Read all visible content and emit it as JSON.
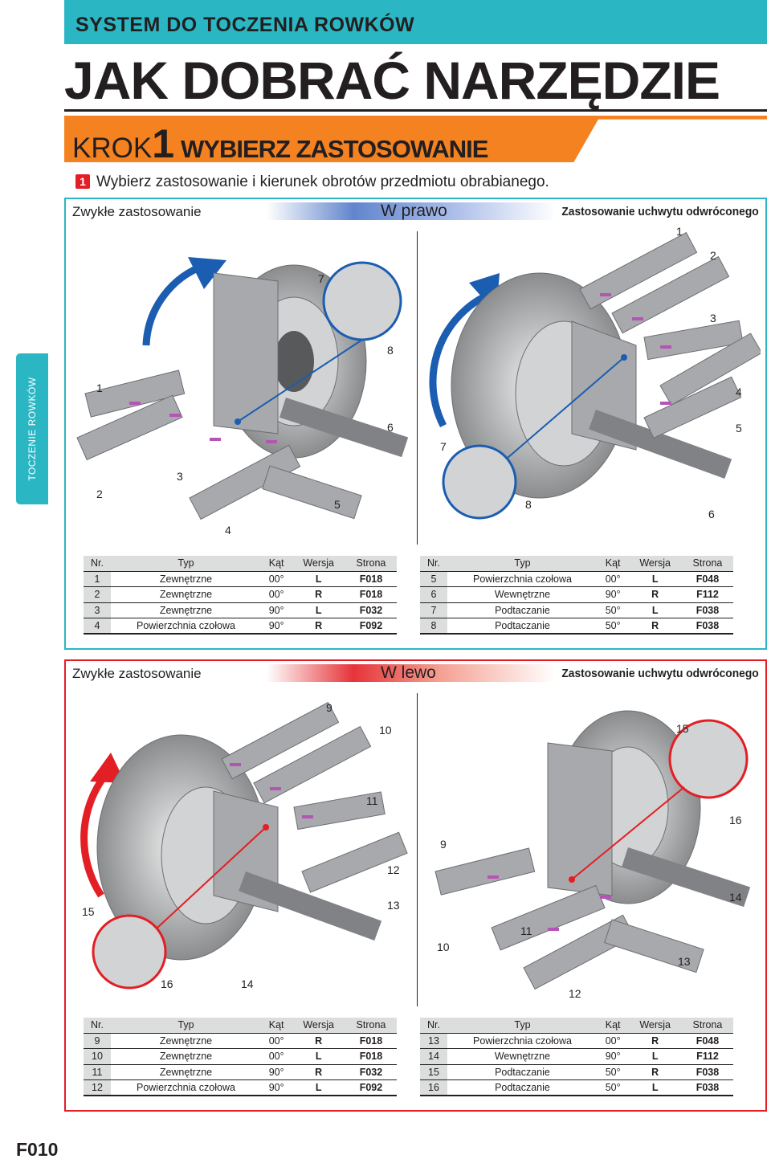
{
  "header": {
    "system_title": "SYSTEM DO TOCZENIA ROWKÓW",
    "main_title": "JAK DOBRAĆ NARZĘDZIE",
    "step_prefix": "KROK",
    "step_number": "1",
    "step_title": "WYBIERZ ZASTOSOWANIE"
  },
  "sidebar": {
    "tab_label": "TOCZENIE ROWKÓW"
  },
  "instruction": {
    "number": "1",
    "text": "Wybierz zastosowanie i kierunek obrotów przedmiotu obrabianego."
  },
  "colors": {
    "teal": "#2bb6c4",
    "orange": "#f58220",
    "red": "#e31e24",
    "blue": "#1b5db0"
  },
  "sections": [
    {
      "left_label": "Zwykłe zastosowanie",
      "center_label": "W prawo",
      "right_label": "Zastosowanie uchwytu odwróconego",
      "left_callouts": [
        "1",
        "2",
        "3",
        "4",
        "5",
        "6",
        "7",
        "8"
      ],
      "right_callouts": [
        "1",
        "2",
        "3",
        "4",
        "5",
        "6",
        "7",
        "8"
      ],
      "columns": [
        "Nr.",
        "Typ",
        "Kąt",
        "Wersja",
        "Strona"
      ],
      "left_rows": [
        [
          "1",
          "Zewnętrzne",
          "00°",
          "L",
          "F018"
        ],
        [
          "2",
          "Zewnętrzne",
          "00°",
          "R",
          "F018"
        ],
        [
          "3",
          "Zewnętrzne",
          "90°",
          "L",
          "F032"
        ],
        [
          "4",
          "Powierzchnia czołowa",
          "90°",
          "R",
          "F092"
        ]
      ],
      "right_rows": [
        [
          "5",
          "Powierzchnia czołowa",
          "00°",
          "L",
          "F048"
        ],
        [
          "6",
          "Wewnętrzne",
          "90°",
          "R",
          "F112"
        ],
        [
          "7",
          "Podtaczanie",
          "50°",
          "L",
          "F038"
        ],
        [
          "8",
          "Podtaczanie",
          "50°",
          "R",
          "F038"
        ]
      ]
    },
    {
      "left_label": "Zwykłe zastosowanie",
      "center_label": "W lewo",
      "right_label": "Zastosowanie uchwytu odwróconego",
      "left_callouts": [
        "9",
        "10",
        "11",
        "12",
        "13",
        "14",
        "15",
        "16"
      ],
      "right_callouts": [
        "9",
        "10",
        "11",
        "12",
        "13",
        "14",
        "15",
        "16"
      ],
      "columns": [
        "Nr.",
        "Typ",
        "Kąt",
        "Wersja",
        "Strona"
      ],
      "left_rows": [
        [
          "9",
          "Zewnętrzne",
          "00°",
          "R",
          "F018"
        ],
        [
          "10",
          "Zewnętrzne",
          "00°",
          "L",
          "F018"
        ],
        [
          "11",
          "Zewnętrzne",
          "90°",
          "R",
          "F032"
        ],
        [
          "12",
          "Powierzchnia czołowa",
          "90°",
          "L",
          "F092"
        ]
      ],
      "right_rows": [
        [
          "13",
          "Powierzchnia czołowa",
          "00°",
          "R",
          "F048"
        ],
        [
          "14",
          "Wewnętrzne",
          "90°",
          "L",
          "F112"
        ],
        [
          "15",
          "Podtaczanie",
          "50°",
          "R",
          "F038"
        ],
        [
          "16",
          "Podtaczanie",
          "50°",
          "L",
          "F038"
        ]
      ]
    }
  ],
  "footer": {
    "page_number": "F010"
  }
}
